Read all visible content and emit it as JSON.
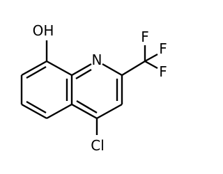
{
  "molecule": {
    "atoms": {
      "hydroxyl": "OH",
      "ring_nitrogen": "N",
      "fluorine_top": "F",
      "fluorine_right": "F",
      "fluorine_bottom": "F",
      "chlorine": "Cl"
    },
    "colors": {
      "bond": "#000000",
      "label": "#000000",
      "background": "#ffffff"
    }
  }
}
